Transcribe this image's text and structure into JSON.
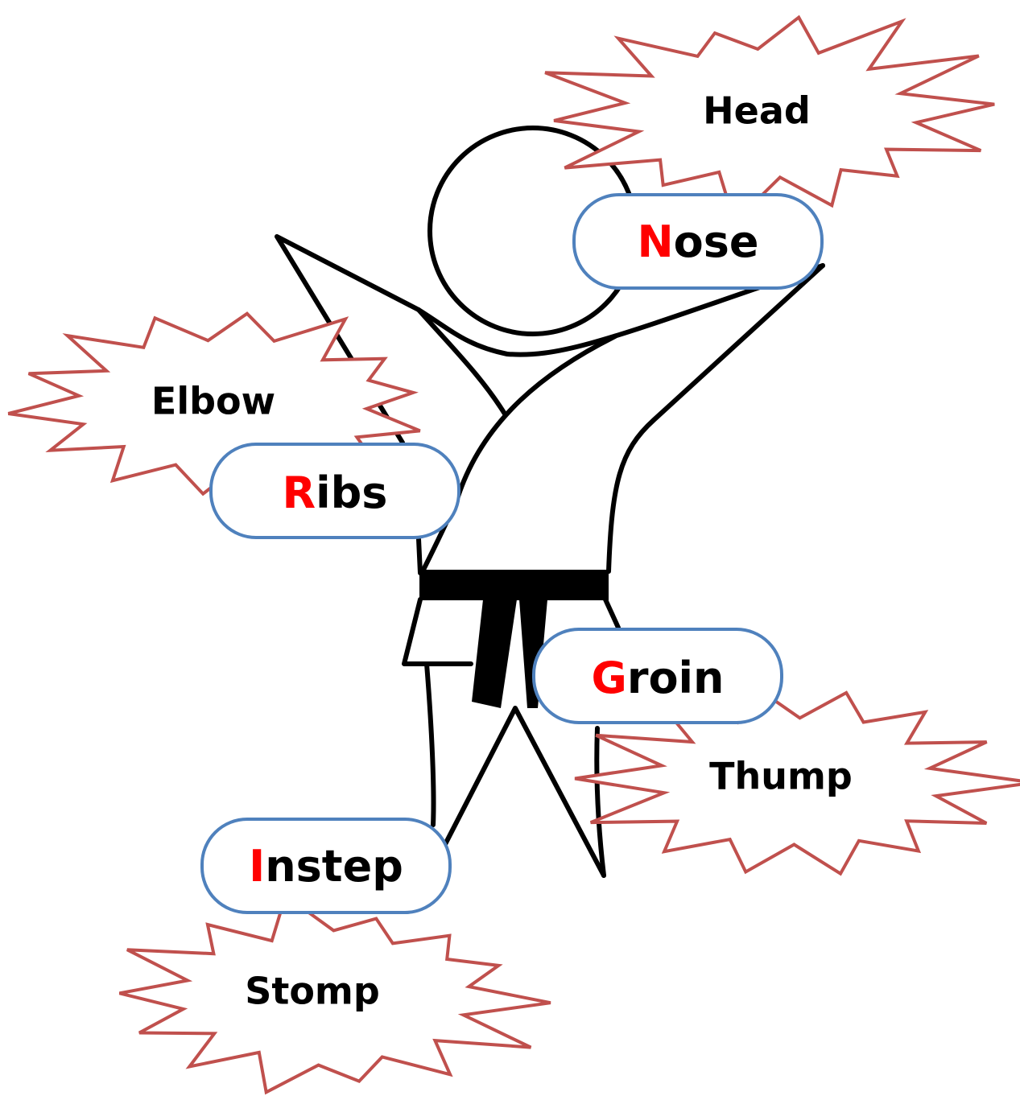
{
  "figure": {
    "stroke_color": "#000000",
    "burst_color": "#c0504d",
    "pill_border_color": "#4f81bd",
    "initial_color": "#ff0000"
  },
  "bursts": [
    {
      "id": "head",
      "text": "Head"
    },
    {
      "id": "elbow",
      "text": "Elbow"
    },
    {
      "id": "thump",
      "text": "Thump"
    },
    {
      "id": "stomp",
      "text": "Stomp"
    }
  ],
  "pills": [
    {
      "id": "nose",
      "initial": "N",
      "rest": "ose"
    },
    {
      "id": "ribs",
      "initial": "R",
      "rest": "ibs"
    },
    {
      "id": "groin",
      "initial": "G",
      "rest": "roin"
    },
    {
      "id": "instep",
      "initial": "I",
      "rest": "nstep"
    }
  ]
}
